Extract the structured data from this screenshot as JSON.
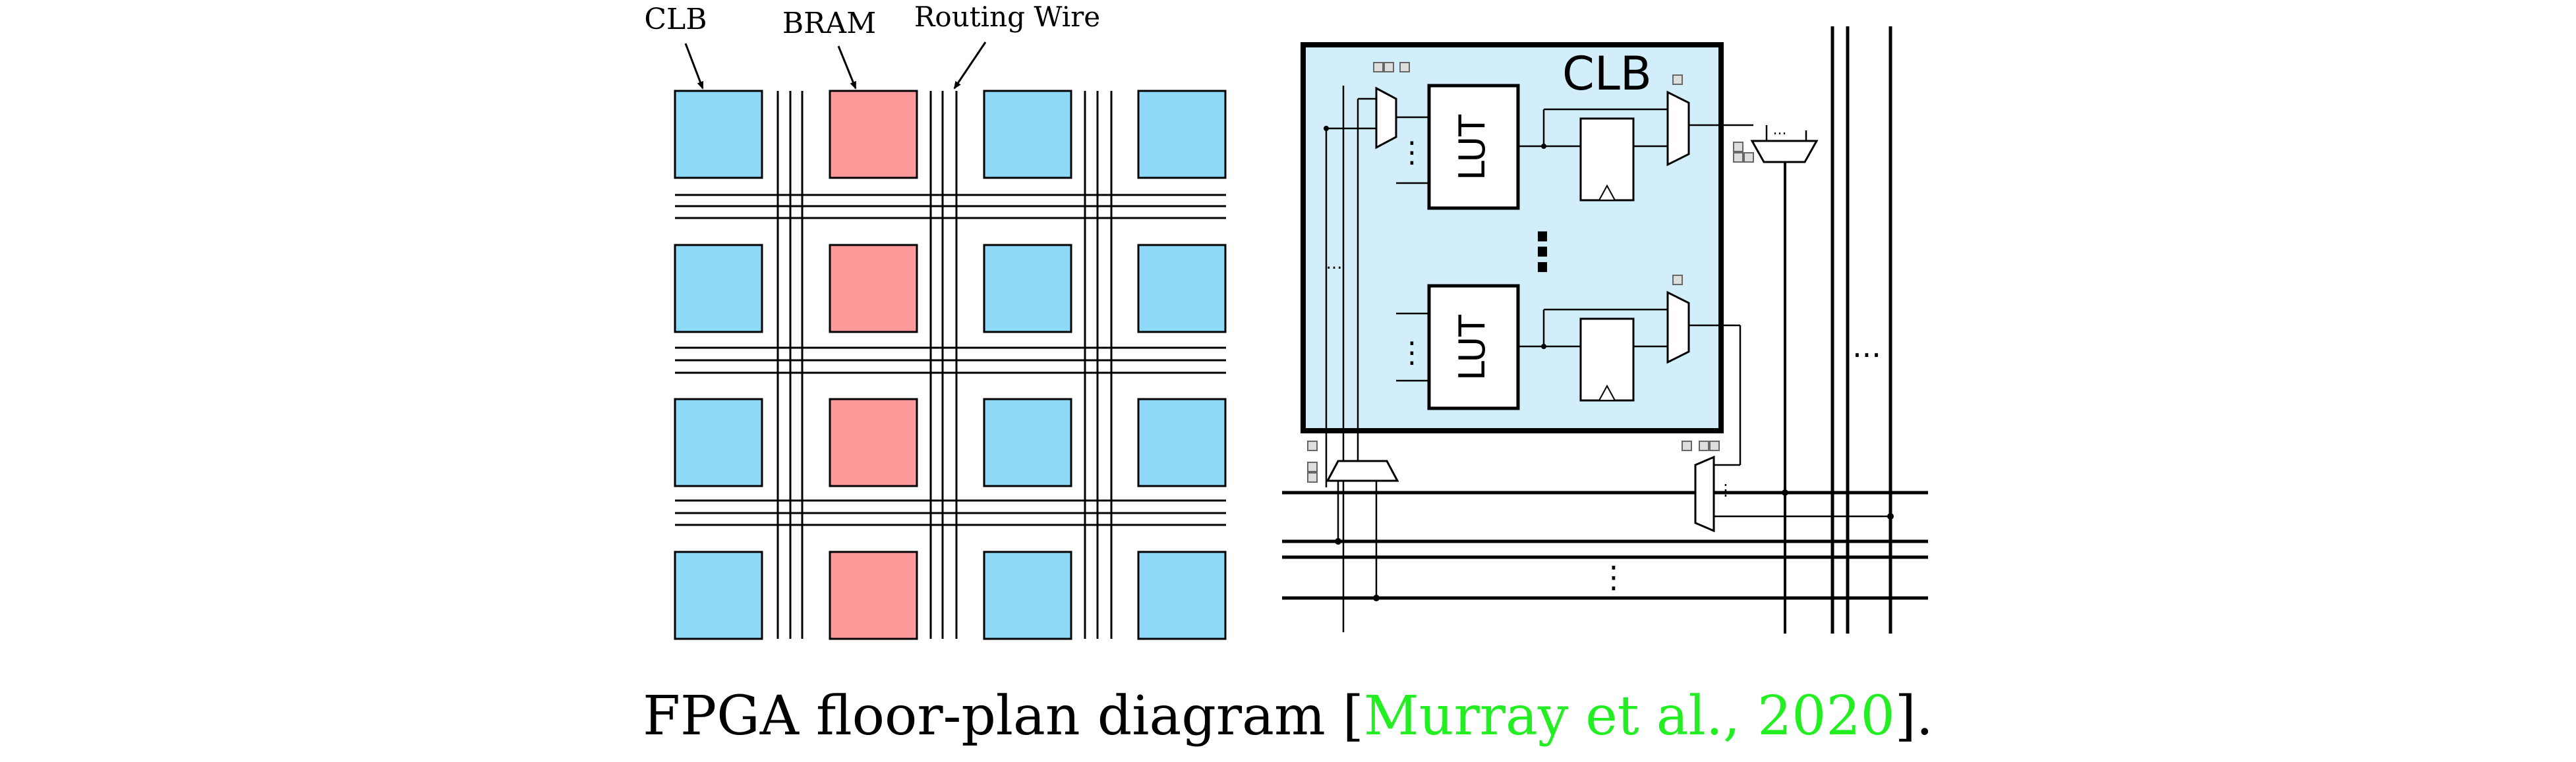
{
  "labels": {
    "clb": "CLB",
    "bram": "BRAM",
    "routing_wire": "Routing Wire"
  },
  "clb_detail": {
    "title": "CLB",
    "lut_label": "LUT",
    "ellipsis": "⋮",
    "ellipsis_h": "..."
  },
  "caption": {
    "prefix": "FPGA floor-plan diagram [",
    "citation": "Murray et al., 2020",
    "suffix": "]."
  },
  "colors": {
    "clb_fill": "#8ed8f8",
    "bram_fill": "#fe9a9a",
    "clb_panel_fill": "#d2eefb",
    "citation": "#22ee22"
  },
  "grid": {
    "rows": 4,
    "columns": [
      "CLB",
      "BRAM",
      "CLB",
      "CLB"
    ]
  }
}
